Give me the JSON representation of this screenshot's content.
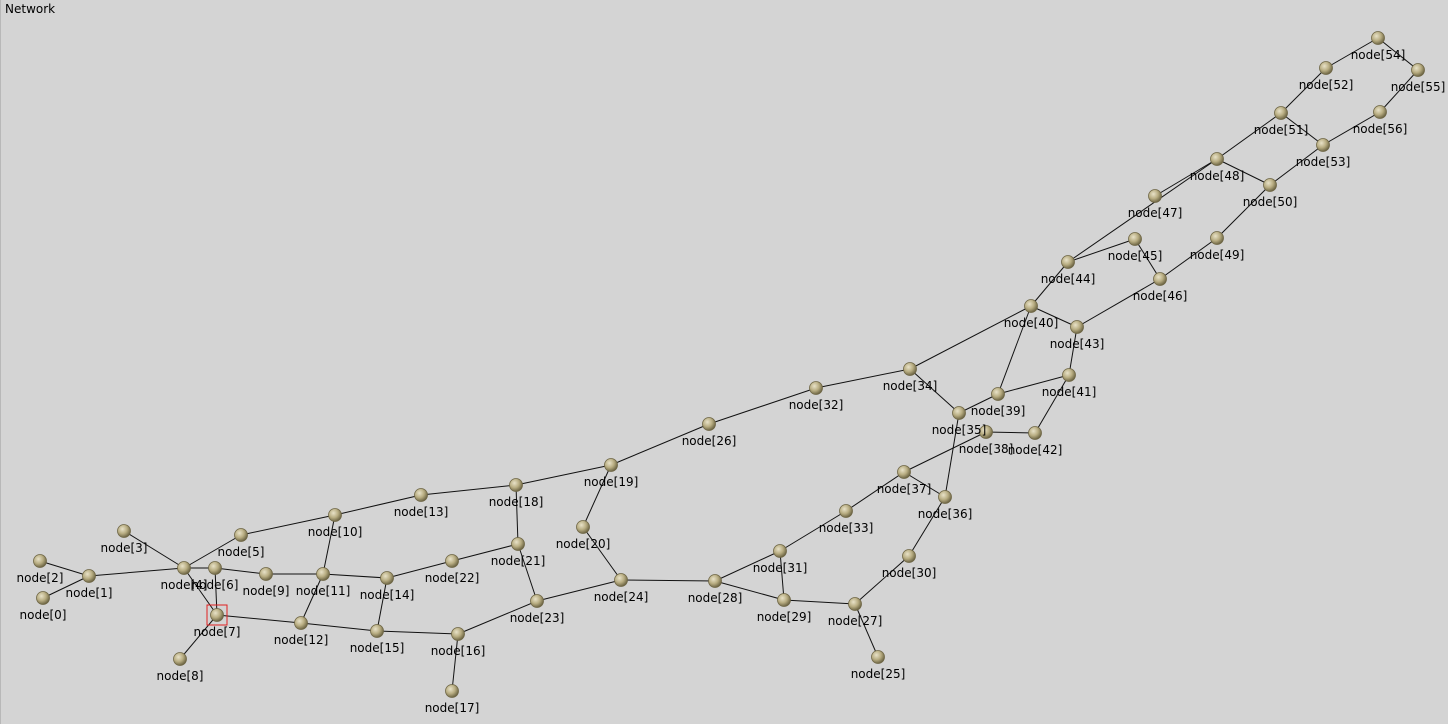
{
  "window": {
    "title": "Network"
  },
  "colors": {
    "background": "#d4d4d4",
    "node_fill_light": "#e8e2c8",
    "node_fill": "#b8ad82",
    "node_fill_dark": "#6e6645",
    "edge": "#111111",
    "selection": "#e02020"
  },
  "selected_node": "node[7]",
  "nodes": [
    {
      "id": 0,
      "label": "node[0]"
    },
    {
      "id": 1,
      "label": "node[1]"
    },
    {
      "id": 2,
      "label": "node[2]"
    },
    {
      "id": 3,
      "label": "node[3]"
    },
    {
      "id": 4,
      "label": "node[4]"
    },
    {
      "id": 5,
      "label": "node[5]"
    },
    {
      "id": 6,
      "label": "node[6]"
    },
    {
      "id": 7,
      "label": "node[7]"
    },
    {
      "id": 8,
      "label": "node[8]"
    },
    {
      "id": 9,
      "label": "node[9]"
    },
    {
      "id": 10,
      "label": "node[10]"
    },
    {
      "id": 11,
      "label": "node[11]"
    },
    {
      "id": 12,
      "label": "node[12]"
    },
    {
      "id": 13,
      "label": "node[13]"
    },
    {
      "id": 14,
      "label": "node[14]"
    },
    {
      "id": 15,
      "label": "node[15]"
    },
    {
      "id": 16,
      "label": "node[16]"
    },
    {
      "id": 17,
      "label": "node[17]"
    },
    {
      "id": 18,
      "label": "node[18]"
    },
    {
      "id": 19,
      "label": "node[19]"
    },
    {
      "id": 20,
      "label": "node[20]"
    },
    {
      "id": 21,
      "label": "node[21]"
    },
    {
      "id": 22,
      "label": "node[22]"
    },
    {
      "id": 23,
      "label": "node[23]"
    },
    {
      "id": 24,
      "label": "node[24]"
    },
    {
      "id": 25,
      "label": "node[25]"
    },
    {
      "id": 26,
      "label": "node[26]"
    },
    {
      "id": 27,
      "label": "node[27]"
    },
    {
      "id": 28,
      "label": "node[28]"
    },
    {
      "id": 29,
      "label": "node[29]"
    },
    {
      "id": 30,
      "label": "node[30]"
    },
    {
      "id": 31,
      "label": "node[31]"
    },
    {
      "id": 32,
      "label": "node[32]"
    },
    {
      "id": 33,
      "label": "node[33]"
    },
    {
      "id": 34,
      "label": "node[34]"
    },
    {
      "id": 35,
      "label": "node[35]"
    },
    {
      "id": 36,
      "label": "node[36]"
    },
    {
      "id": 37,
      "label": "node[37]"
    },
    {
      "id": 38,
      "label": "node[38]"
    },
    {
      "id": 39,
      "label": "node[39]"
    },
    {
      "id": 40,
      "label": "node[40]"
    },
    {
      "id": 41,
      "label": "node[41]"
    },
    {
      "id": 42,
      "label": "node[42]"
    },
    {
      "id": 43,
      "label": "node[43]"
    },
    {
      "id": 44,
      "label": "node[44]"
    },
    {
      "id": 45,
      "label": "node[45]"
    },
    {
      "id": 46,
      "label": "node[46]"
    },
    {
      "id": 47,
      "label": "node[47]"
    },
    {
      "id": 48,
      "label": "node[48]"
    },
    {
      "id": 49,
      "label": "node[49]"
    },
    {
      "id": 50,
      "label": "node[50]"
    },
    {
      "id": 51,
      "label": "node[51]"
    },
    {
      "id": 52,
      "label": "node[52]"
    },
    {
      "id": 53,
      "label": "node[53]"
    },
    {
      "id": 54,
      "label": "node[54]"
    },
    {
      "id": 55,
      "label": "node[55]"
    },
    {
      "id": 56,
      "label": "node[56]"
    }
  ],
  "edges": [
    [
      0,
      1
    ],
    [
      1,
      2
    ],
    [
      1,
      4
    ],
    [
      3,
      4
    ],
    [
      4,
      5
    ],
    [
      4,
      6
    ],
    [
      4,
      7
    ],
    [
      6,
      9
    ],
    [
      6,
      7
    ],
    [
      7,
      8
    ],
    [
      7,
      12
    ],
    [
      5,
      10
    ],
    [
      9,
      11
    ],
    [
      10,
      11
    ],
    [
      10,
      13
    ],
    [
      11,
      12
    ],
    [
      11,
      14
    ],
    [
      12,
      15
    ],
    [
      14,
      15
    ],
    [
      14,
      22
    ],
    [
      15,
      16
    ],
    [
      16,
      17
    ],
    [
      16,
      23
    ],
    [
      13,
      18
    ],
    [
      18,
      21
    ],
    [
      18,
      19
    ],
    [
      19,
      20
    ],
    [
      19,
      26
    ],
    [
      20,
      24
    ],
    [
      21,
      22
    ],
    [
      21,
      23
    ],
    [
      23,
      24
    ],
    [
      24,
      28
    ],
    [
      28,
      29
    ],
    [
      28,
      31
    ],
    [
      29,
      31
    ],
    [
      29,
      27
    ],
    [
      27,
      25
    ],
    [
      27,
      30
    ],
    [
      30,
      36
    ],
    [
      31,
      33
    ],
    [
      33,
      37
    ],
    [
      37,
      38
    ],
    [
      36,
      35
    ],
    [
      36,
      37
    ],
    [
      26,
      32
    ],
    [
      32,
      34
    ],
    [
      34,
      35
    ],
    [
      34,
      40
    ],
    [
      35,
      39
    ],
    [
      38,
      42
    ],
    [
      39,
      40
    ],
    [
      39,
      41
    ],
    [
      41,
      43
    ],
    [
      41,
      42
    ],
    [
      40,
      43
    ],
    [
      40,
      44
    ],
    [
      43,
      46
    ],
    [
      44,
      45
    ],
    [
      44,
      48
    ],
    [
      45,
      46
    ],
    [
      46,
      49
    ],
    [
      49,
      50
    ],
    [
      48,
      50
    ],
    [
      47,
      48
    ],
    [
      48,
      51
    ],
    [
      50,
      53
    ],
    [
      51,
      52
    ],
    [
      51,
      53
    ],
    [
      52,
      54
    ],
    [
      54,
      55
    ],
    [
      53,
      56
    ],
    [
      55,
      56
    ]
  ]
}
